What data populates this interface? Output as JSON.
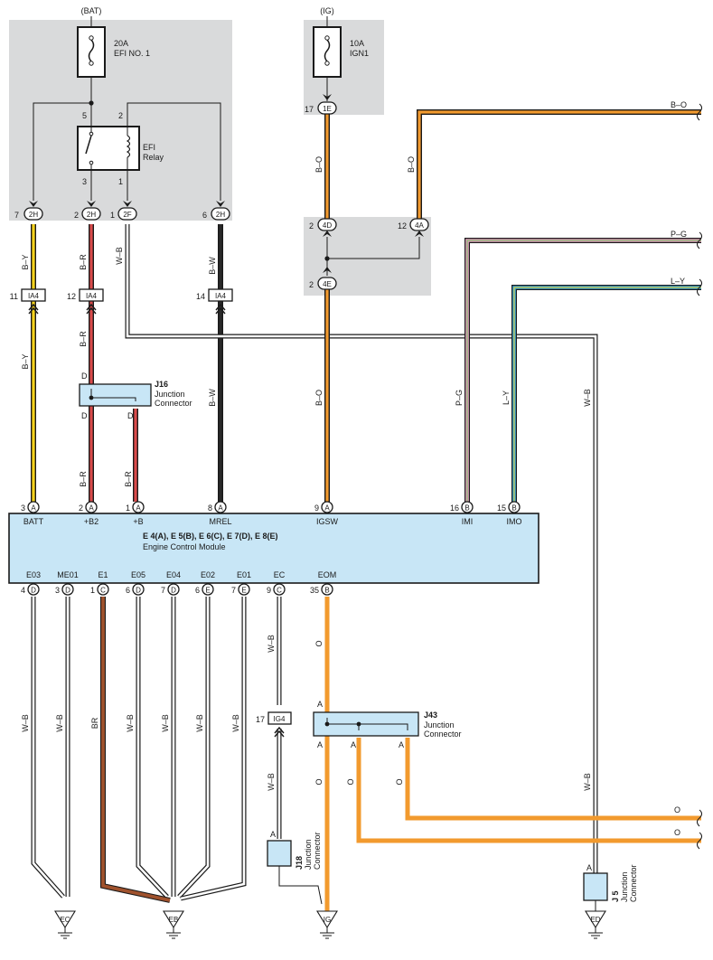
{
  "colors": {
    "panel_gray": "#d9dadb",
    "ecm_fill": "#c8e6f6",
    "junction_fill": "#c8e6f6",
    "orange": "#f29a2e",
    "brown": "#a0522d",
    "yellow": "#f5d21c",
    "red": "#d94a4a",
    "pink": "#e9a2c4",
    "green": "#6fbf5a",
    "blue": "#3aa8de"
  },
  "sources": {
    "bat": "(BAT)",
    "ig": "(IG)"
  },
  "fuses": {
    "efi": {
      "rating": "20A",
      "name": "EFI NO. 1"
    },
    "ign": {
      "rating": "10A",
      "name": "IGN1"
    }
  },
  "relay": {
    "name_line1": "EFI",
    "name_line2": "Relay",
    "pins": [
      "5",
      "2",
      "3",
      "1"
    ]
  },
  "connectors_top": [
    {
      "pin": "7",
      "code": "2H"
    },
    {
      "pin": "2",
      "code": "2H"
    },
    {
      "pin": "1",
      "code": "2F"
    },
    {
      "pin": "6",
      "code": "2H"
    },
    {
      "pin": "17",
      "code": "1E"
    },
    {
      "pin": "2",
      "code": "4D"
    },
    {
      "pin": "12",
      "code": "4A"
    },
    {
      "pin": "2",
      "code": "4E"
    }
  ],
  "ia4": [
    {
      "pin": "11",
      "code": "IA4"
    },
    {
      "pin": "12",
      "code": "IA4"
    },
    {
      "pin": "14",
      "code": "IA4"
    }
  ],
  "wires": {
    "b_y": "B–Y",
    "b_r": "B–R",
    "w_b": "W–B",
    "b_w": "B–W",
    "b_o": "B–O",
    "p_g": "P–G",
    "l_y": "L–Y",
    "o": "O",
    "br": "BR"
  },
  "j16": {
    "id": "J16",
    "line1": "Junction",
    "line2": "Connector",
    "pin": "D"
  },
  "ecm": {
    "title": "E 4(A), E 5(B), E 6(C), E 7(D), E 8(E)",
    "subtitle": "Engine Control Module",
    "top_pins": [
      {
        "num": "3",
        "letter": "A",
        "name": "BATT"
      },
      {
        "num": "2",
        "letter": "A",
        "name": "+B2"
      },
      {
        "num": "1",
        "letter": "A",
        "name": "+B"
      },
      {
        "num": "8",
        "letter": "A",
        "name": "MREL"
      },
      {
        "num": "9",
        "letter": "A",
        "name": "IGSW"
      },
      {
        "num": "16",
        "letter": "B",
        "name": "IMI"
      },
      {
        "num": "15",
        "letter": "B",
        "name": "IMO"
      }
    ],
    "bottom_pins": [
      {
        "num": "4",
        "letter": "D",
        "name": "E03"
      },
      {
        "num": "3",
        "letter": "D",
        "name": "ME01"
      },
      {
        "num": "1",
        "letter": "C",
        "name": "E1"
      },
      {
        "num": "6",
        "letter": "D",
        "name": "E05"
      },
      {
        "num": "7",
        "letter": "D",
        "name": "E04"
      },
      {
        "num": "6",
        "letter": "E",
        "name": "E02"
      },
      {
        "num": "7",
        "letter": "E",
        "name": "E01"
      },
      {
        "num": "9",
        "letter": "C",
        "name": "EC"
      },
      {
        "num": "35",
        "letter": "B",
        "name": "EOM"
      }
    ]
  },
  "ig4": {
    "pin": "17",
    "code": "IG4"
  },
  "j43": {
    "id": "J43",
    "line1": "Junction",
    "line2": "Connector",
    "pin": "A"
  },
  "j18": {
    "id": "J18",
    "line1": "Junction",
    "line2": "Connector",
    "pin": "A"
  },
  "j5": {
    "id": "J 5",
    "line1": "Junction",
    "line2": "Connector",
    "pin": "A"
  },
  "grounds": [
    "EC",
    "EB",
    "IG",
    "ED"
  ]
}
